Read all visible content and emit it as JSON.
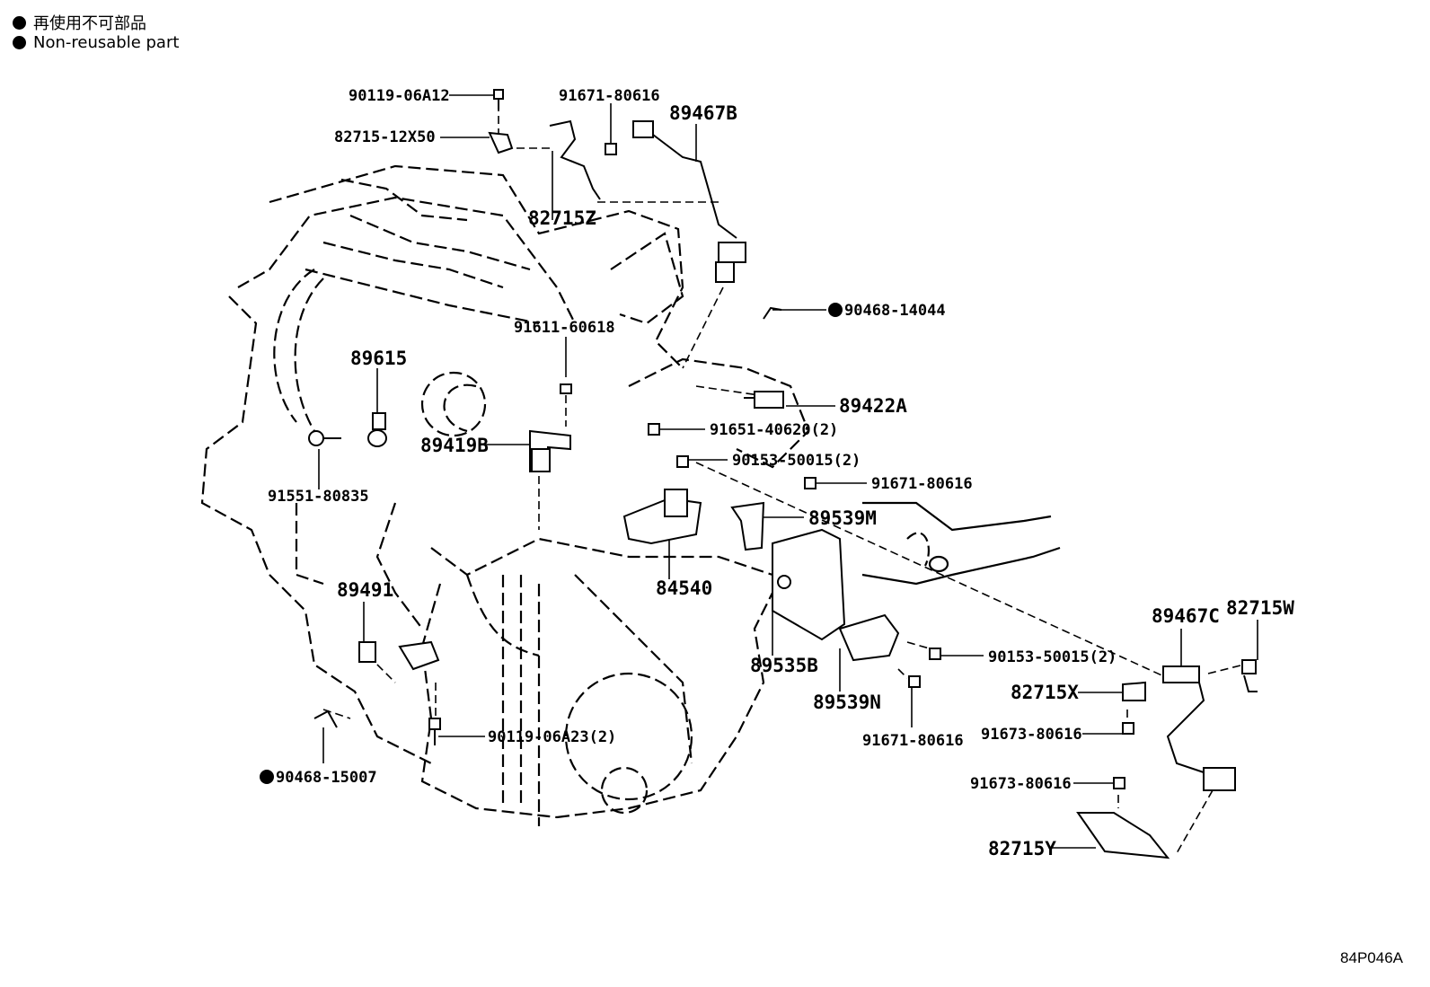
{
  "legend": {
    "jp": "再使用不可部品",
    "en": "Non-reusable part"
  },
  "figure_code": "84P046A",
  "parts": {
    "p90119_06A12": "90119-06A12",
    "p82715_12X50": "82715-12X50",
    "p91671_80616_top": "91671-80616",
    "p89467B": "89467B",
    "p82715Z": "82715Z",
    "p90468_14044": "90468-14044",
    "p91611_60618": "91611-60618",
    "p89615": "89615",
    "p89422A": "89422A",
    "p89419B": "89419B",
    "p91651_40620": "91651-40620(2)",
    "p90153_50015_a": "90153-50015(2)",
    "p91671_80616_mid": "91671-80616",
    "p91551_80835": "91551-80835",
    "p89539M": "89539M",
    "p84540": "84540",
    "p89491": "89491",
    "p89467C": "89467C",
    "p82715W": "82715W",
    "p89535B": "89535B",
    "p90153_50015_b": "90153-50015(2)",
    "p89539N": "89539N",
    "p82715X": "82715X",
    "p90119_06A23": "90119-06A23(2)",
    "p91671_80616_low": "91671-80616",
    "p91673_80616_a": "91673-80616",
    "p91673_80616_b": "91673-80616",
    "p90468_15007": "90468-15007",
    "p82715Y": "82715Y"
  }
}
